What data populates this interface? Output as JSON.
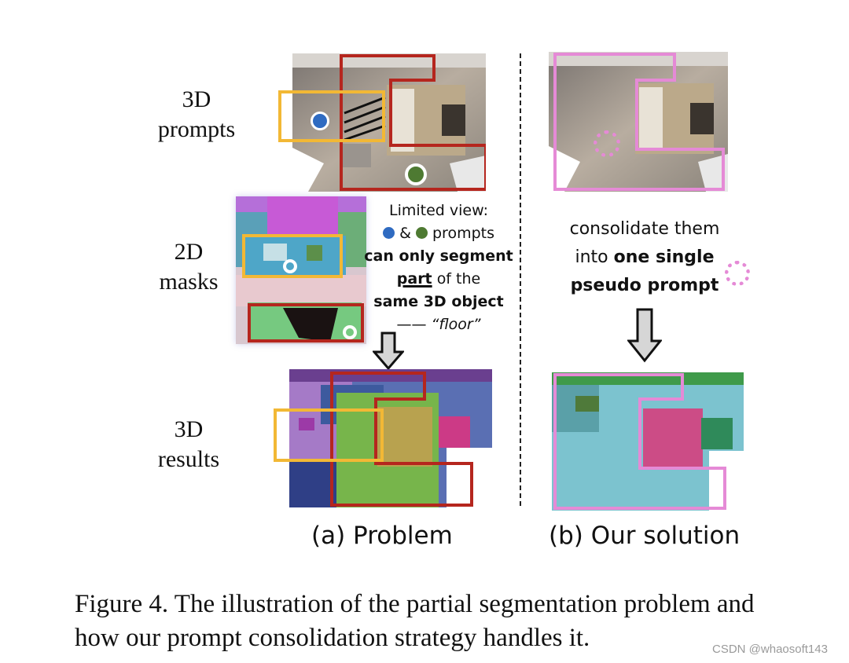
{
  "row_labels": {
    "prompts_line1": "3D",
    "prompts_line2": "prompts",
    "masks_line1": "2D",
    "masks_line2": "masks",
    "results_line1": "3D",
    "results_line2": "results"
  },
  "problem_note": {
    "line1": "Limited view:",
    "line2_amp": "&",
    "line2_tail": "prompts",
    "line3": "can only segment",
    "line4_part": "part",
    "line4_tail": "of the",
    "line5": "same 3D object",
    "line6_dash": "——",
    "line6_floor": "“floor”"
  },
  "solution_note": {
    "line1": "consolidate them",
    "line2_pre": "into",
    "line2_bold": "one single",
    "line3": "pseudo prompt"
  },
  "subcaptions": {
    "a": "(a) Problem",
    "b": "(b) Our solution"
  },
  "figure_caption": {
    "line1": "Figure 4. The illustration of the partial segmentation problem and",
    "line2": "how our prompt consolidation strategy handles it."
  },
  "watermark": "CSDN @whaosoft143",
  "colors": {
    "red_box": "#b5261e",
    "yellow_box": "#f2b835",
    "pink_box": "#e58ad6",
    "blue_prompt": "#2f6bc1",
    "green_prompt": "#4e7a32"
  }
}
